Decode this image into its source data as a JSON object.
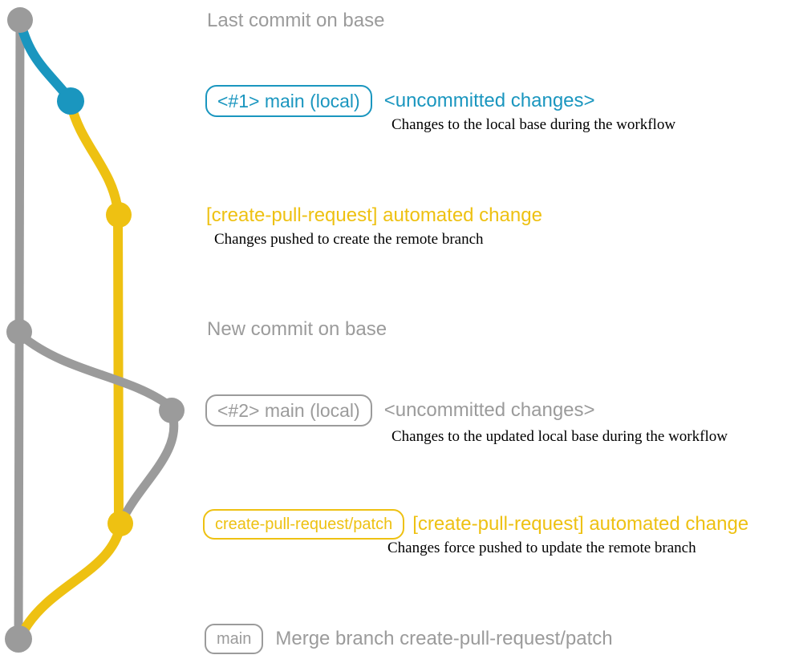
{
  "colors": {
    "base_gray": "#9b9b9b",
    "local_blue": "#1a96bf",
    "branch_yellow": "#eec112",
    "caption_black": "#000000"
  },
  "graph": {
    "commit_nodes": [
      {
        "name": "last-commit-on-base",
        "color": "gray"
      },
      {
        "name": "local-uncommitted-1",
        "color": "blue"
      },
      {
        "name": "automated-change-commit-1",
        "color": "yellow"
      },
      {
        "name": "new-commit-on-base",
        "color": "gray"
      },
      {
        "name": "local-uncommitted-2",
        "color": "gray"
      },
      {
        "name": "automated-change-commit-2",
        "color": "yellow"
      },
      {
        "name": "merge-commit",
        "color": "gray"
      }
    ]
  },
  "labels": {
    "last_commit_on_base": "Last commit on base",
    "new_commit_on_base": "New commit on base",
    "branch1": {
      "pill": "<#1> main (local)",
      "status": "<uncommitted changes>",
      "caption": "Changes to the local base during the workflow"
    },
    "push1": {
      "title": "[create-pull-request] automated change",
      "caption": "Changes pushed to create the remote branch"
    },
    "branch2": {
      "pill": "<#2> main (local)",
      "status": "<uncommitted changes>",
      "caption": "Changes to the updated local base during the workflow"
    },
    "push2": {
      "pill": "create-pull-request/patch",
      "title": "[create-pull-request] automated change",
      "caption": "Changes force pushed to update the remote branch"
    },
    "merge": {
      "pill": "main",
      "title": "Merge branch create-pull-request/patch"
    }
  }
}
